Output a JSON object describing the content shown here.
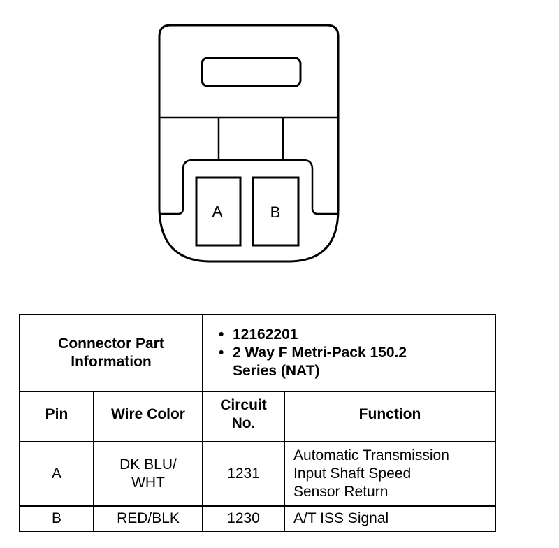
{
  "connector": {
    "pins": [
      "A",
      "B"
    ]
  },
  "table": {
    "part_label_lines": [
      "Connector Part",
      "Information"
    ],
    "part_info": [
      "12162201",
      "2 Way F Metri-Pack 150.2",
      "Series (NAT)"
    ],
    "bullet": "•",
    "headers": {
      "pin": "Pin",
      "wire_color": "Wire Color",
      "circuit_lines": [
        "Circuit",
        "No."
      ],
      "function": "Function"
    },
    "rows": [
      {
        "pin": "A",
        "wire_color_lines": [
          "DK BLU/",
          "WHT"
        ],
        "circuit": "1231",
        "function_lines": [
          "Automatic Transmission",
          "Input Shaft Speed",
          "Sensor Return"
        ]
      },
      {
        "pin": "B",
        "wire_color_lines": [
          "RED/BLK"
        ],
        "circuit": "1230",
        "function_lines": [
          "A/T ISS Signal"
        ]
      }
    ]
  }
}
